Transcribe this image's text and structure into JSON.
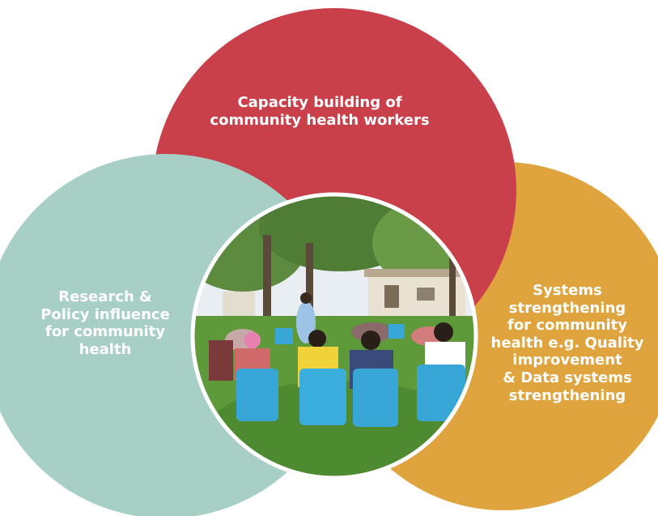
{
  "diagram": {
    "circles": [
      {
        "id": "capacity",
        "text": "Capacity building of\ncommunity health workers",
        "color": "#c9404a"
      },
      {
        "id": "research",
        "text": "Research &\nPolicy influence\nfor community\nhealth",
        "color": "#a7cfc6"
      },
      {
        "id": "systems",
        "text": "Systems\nstrengthening\nfor community\nhealth e.g. Quality\nimprovement\n& Data systems\nstrengthening",
        "color": "#dfa43e"
      }
    ],
    "center_photo": {
      "icon": "community-meeting-photo",
      "colors": {
        "sky": "#e8eef2",
        "foliage": "#4f7d36",
        "grass": "#5f9a3a",
        "chairs": "#38a6d6",
        "building": "#e9e2d2"
      }
    }
  }
}
